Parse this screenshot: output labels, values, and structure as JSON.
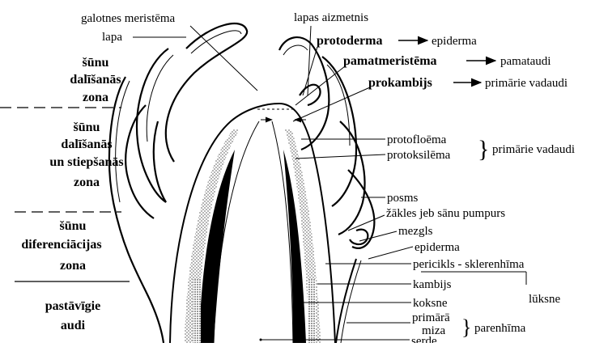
{
  "zones": {
    "z1": [
      "šūnu",
      "dalīšanās",
      "zona"
    ],
    "z2": [
      "šūnu",
      "dalīšanās",
      "un stiepšanās",
      "zona"
    ],
    "z3": [
      "šūnu",
      "diferenciācijas",
      "zona"
    ],
    "z4": [
      "pastāvīgie",
      "audi"
    ]
  },
  "labels": {
    "galotnes": "galotnes meristēma",
    "lapa": "lapa",
    "aizmetnis": "lapas aizmetnis",
    "protoderma": "protoderma",
    "epiderma_top": "epiderma",
    "pamatmeristema": "pamatmeristēma",
    "pamataudi": "pamataudi",
    "prokambijs": "prokambijs",
    "primarie_vadaudi_top": "primārie vadaudi",
    "protofloema": "protofloēma",
    "protoksilema": "protoksilēma",
    "primarie_vadaudi": "primārie vadaudi",
    "posms": "posms",
    "zakles": "žākles jeb sānu pumpurs",
    "mezgls": "mezgls",
    "epiderma": "epiderma",
    "pericikls": "pericikls - sklerenhīma",
    "luksne": "lūksne",
    "kambijs": "kambijs",
    "koksne": "koksne",
    "primara": "primārā",
    "miza": "miza",
    "parenhima": "parenhīma",
    "serde": "serde"
  }
}
